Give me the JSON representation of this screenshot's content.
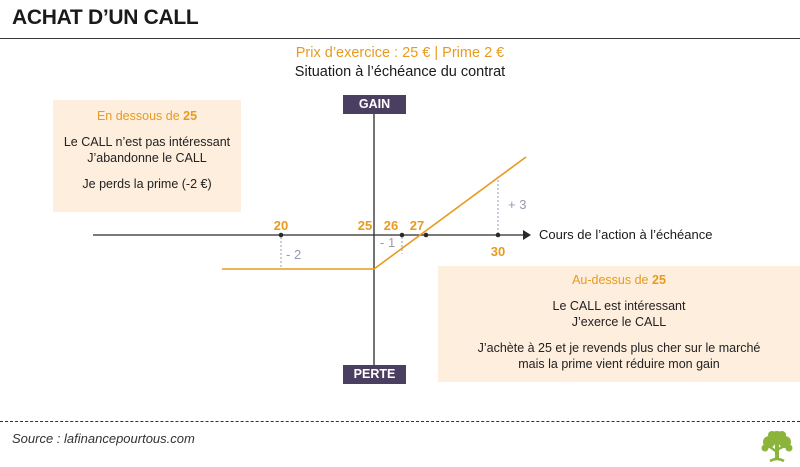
{
  "title": "ACHAT D’UN CALL",
  "subtitle_line1": "Prix d’exercice : 25 € | Prime 2 €",
  "subtitle_line2": "Situation à l’échéance du contrat",
  "gain_label": "GAIN",
  "perte_label": "PERTE",
  "x_axis_label": "Cours de l’action à l’échéance",
  "left_box": {
    "heading_text": "En dessous de",
    "heading_value": "25",
    "line1": "Le CALL n’est pas intéressant",
    "line2": "J’abandonne le CALL",
    "line3": "Je perds la prime (-2 €)"
  },
  "right_box": {
    "heading_text": "Au-dessus de",
    "heading_value": "25",
    "line1": "Le CALL est intéressant",
    "line2": "J’exerce le CALL",
    "line3": "J’achète à 25 et je revends plus cher sur le marché",
    "line4": "mais la prime vient réduire mon gain"
  },
  "tick_labels": {
    "t20": "20",
    "t25": "25",
    "t26": "26",
    "t27": "27",
    "t30": "30"
  },
  "annotations": {
    "minus2": "- 2",
    "minus1": "- 1",
    "plus3": "+ 3"
  },
  "source": "Source : lafinancepourtous.com",
  "colors": {
    "orange": "#e89a1e",
    "purple": "#4b3f61",
    "box_fill": "#fdeedd",
    "gray_annotation": "#9a98b5",
    "logo_green": "#8ab43a"
  },
  "chart_data": {
    "type": "line",
    "strike": 25,
    "premium": 2,
    "breakeven": 27,
    "x": [
      20,
      25,
      27,
      30
    ],
    "y": [
      -2,
      -2,
      0,
      3
    ]
  }
}
